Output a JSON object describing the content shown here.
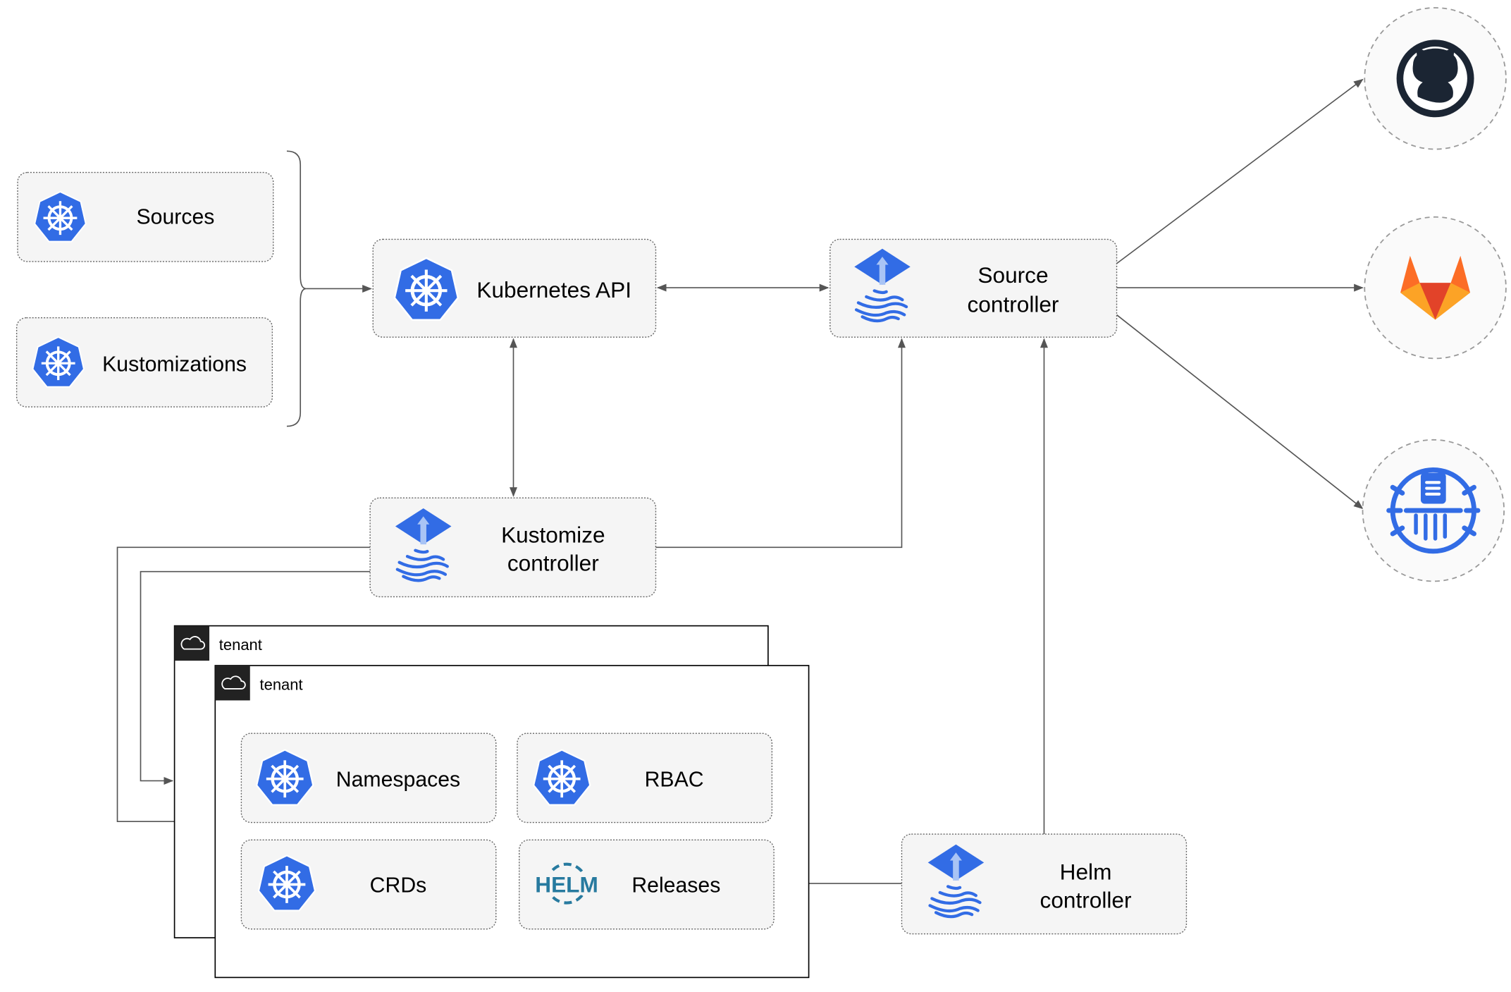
{
  "nodes": {
    "sources": "Sources",
    "kustomizations": "Kustomizations",
    "kubernetes_api": "Kubernetes API",
    "source_controller": [
      "Source",
      "controller"
    ],
    "kustomize_controller": [
      "Kustomize",
      "controller"
    ],
    "helm_controller": [
      "Helm",
      "controller"
    ],
    "namespaces": "Namespaces",
    "rbac": "RBAC",
    "crds": "CRDs",
    "releases": "Releases"
  },
  "tenants": [
    "tenant",
    "tenant"
  ],
  "helm_logo_text": "HELM",
  "external_sources": [
    "github-icon",
    "gitlab-icon",
    "bucket-icon"
  ],
  "colors": {
    "kubernetes_blue": "#326ce5",
    "helm_blue": "#277a9f",
    "gitlab_orange": "#e24329",
    "edge": "#555555",
    "box_fill": "#f5f5f5"
  }
}
